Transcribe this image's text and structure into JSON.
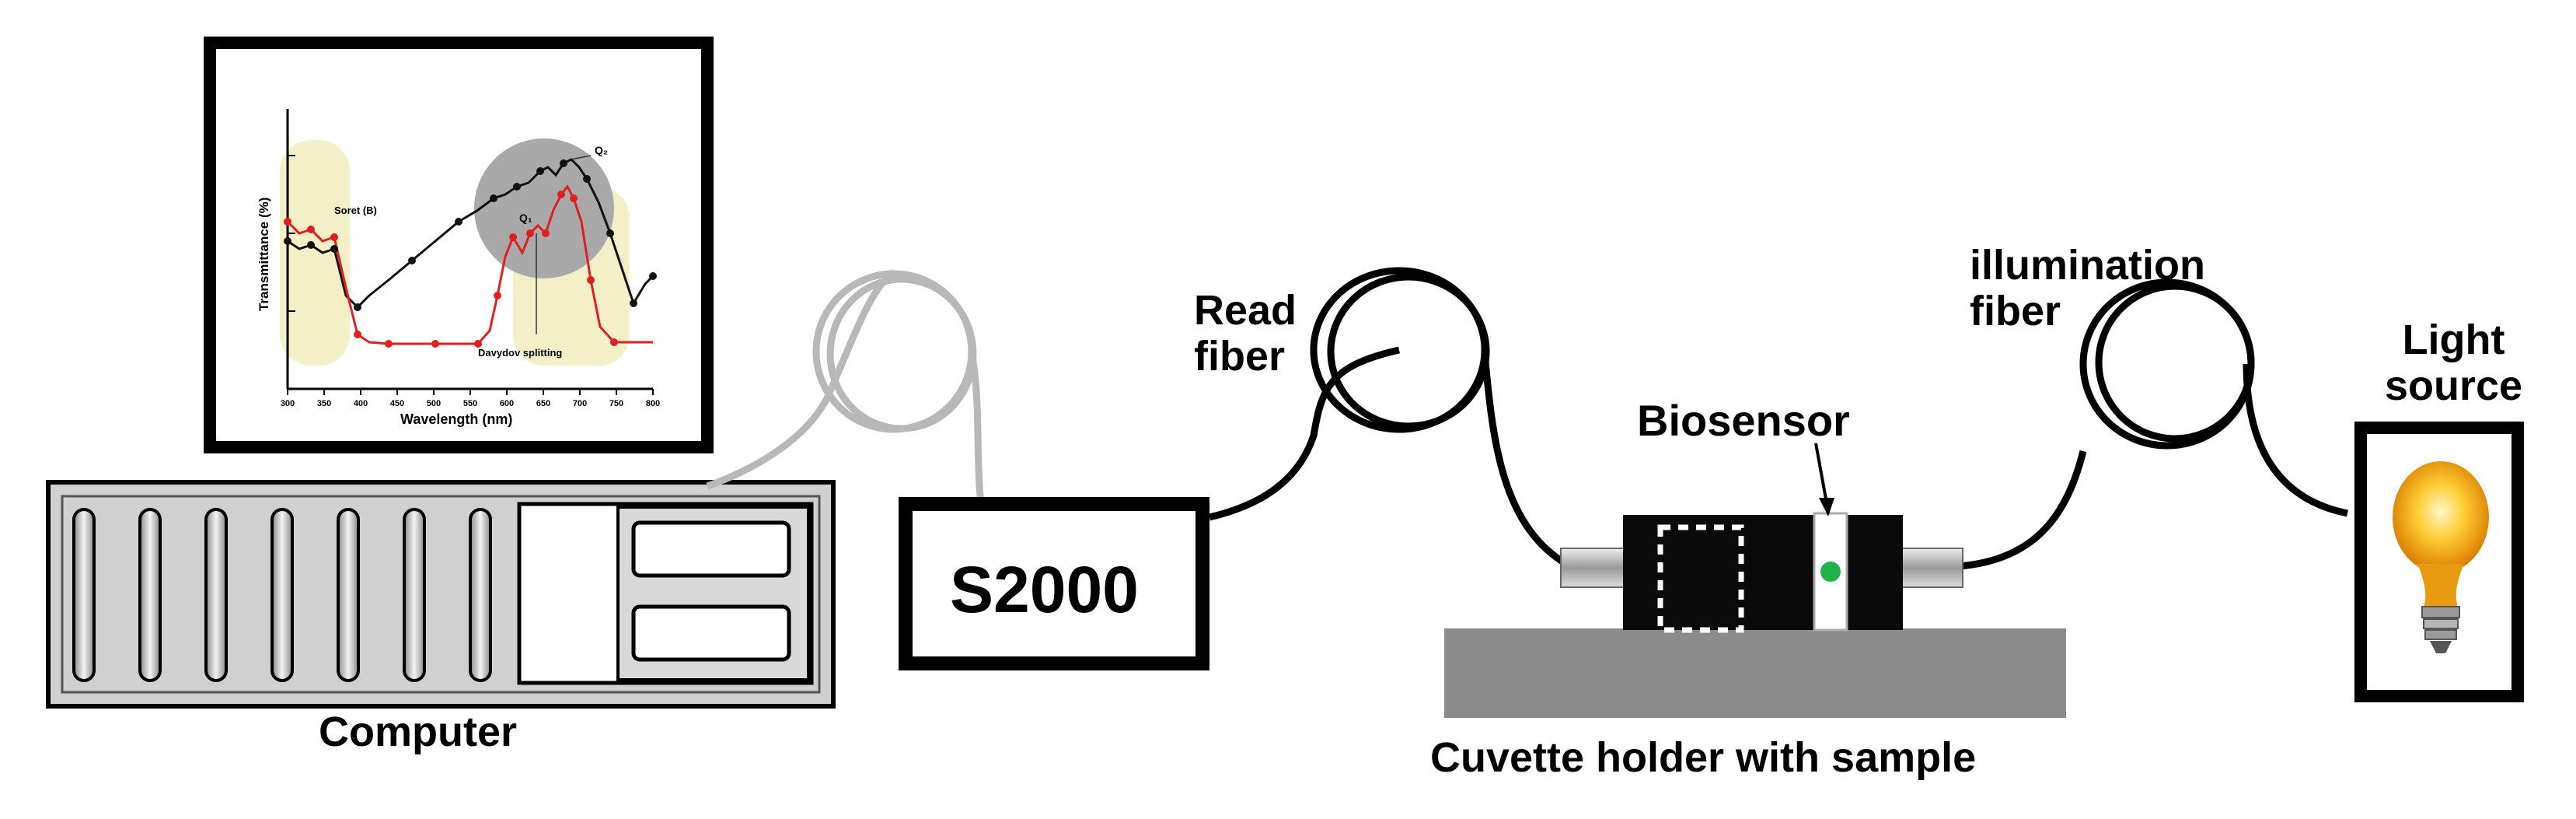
{
  "labels": {
    "computer": "Computer",
    "s2000": "S2000",
    "read_fiber_line1": "Read",
    "read_fiber_line2": "fiber",
    "biosensor": "Biosensor",
    "cuvette_holder": "Cuvette holder with sample",
    "illumination_fiber_line1": "illumination",
    "illumination_fiber_line2": "fiber",
    "light_source_line1": "Light",
    "light_source_line2": "source"
  },
  "inset_chart": {
    "ylabel": "Transmittance (%)",
    "xlabel": "Wavelength (nm)",
    "x_ticks": [
      "300",
      "350",
      "400",
      "450",
      "500",
      "550",
      "600",
      "650",
      "700",
      "750",
      "800"
    ],
    "annotations": {
      "soret": "Soret (B)",
      "q1": "Q₁",
      "q2": "Q₂",
      "davydov": "Davydov splitting"
    }
  },
  "colors": {
    "black": "#000000",
    "gray_fiber": "#b8b8b8",
    "cuvette_base": "#8c8c8c",
    "computer_fill": "#d0d0d0",
    "series_red": "#e02020",
    "series_black": "#111111",
    "highlight_yellow": "#f3f0c8",
    "highlight_gray": "#a9a9a9",
    "sensor_dot": "#22b24c"
  }
}
